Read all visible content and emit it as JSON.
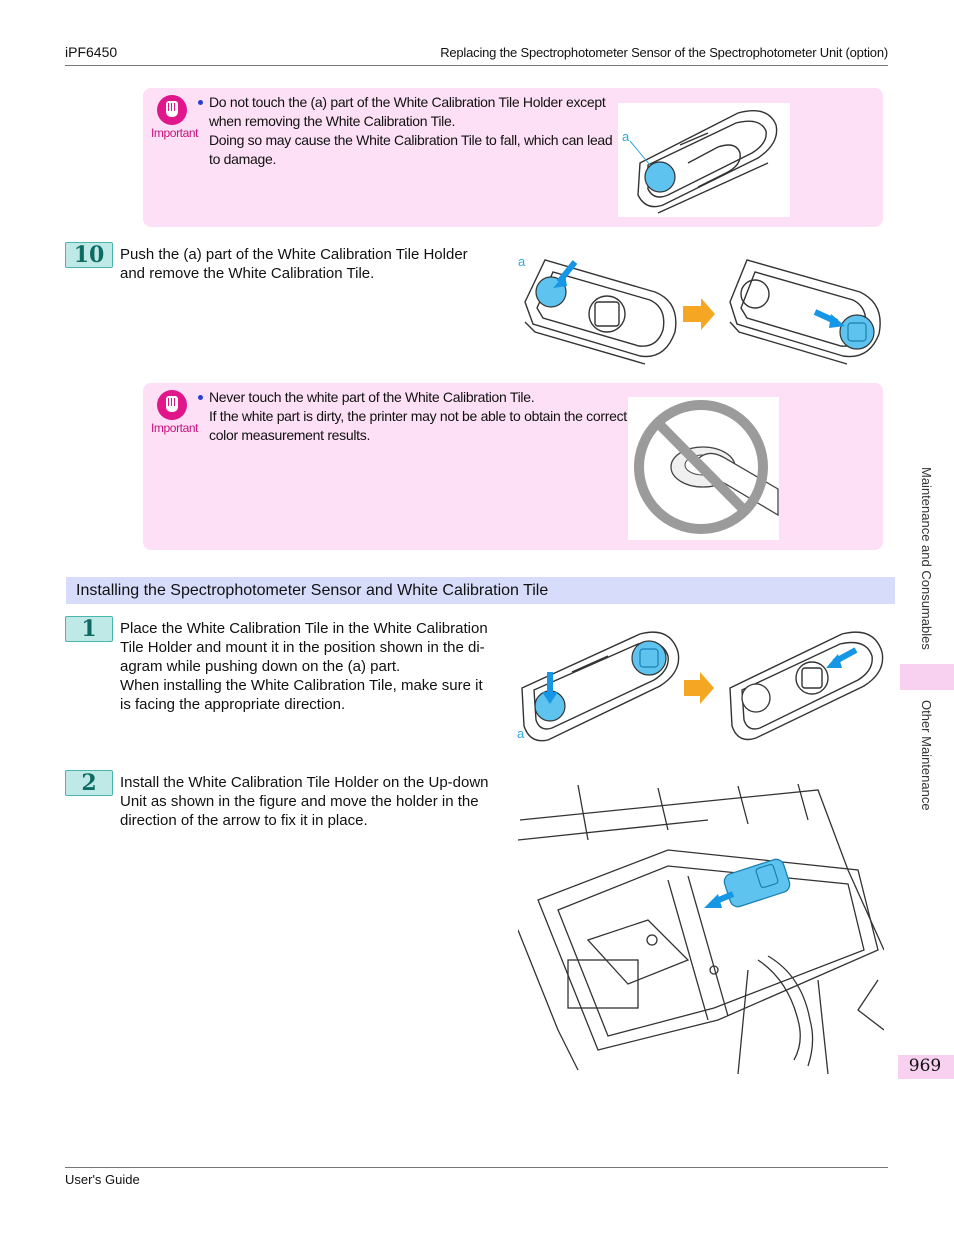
{
  "header": {
    "model": "iPF6450",
    "chapter_title": "Replacing the Spectrophotometer Sensor of the Spectrophotometer Unit (option)"
  },
  "important_1": {
    "label": "Important",
    "line1": "Do not touch the (a) part of the White Calibration Tile Holder except",
    "line2": "when removing the White Calibration Tile.",
    "line3": "Doing so may cause the White Calibration Tile to fall, which can lead",
    "line4": "to damage.",
    "figure_label": "a"
  },
  "step_10": {
    "number": "10",
    "line1": "Push the (a) part of the White Calibration Tile Holder",
    "line2": "and remove the White Calibration Tile.",
    "figure_label": "a"
  },
  "important_2": {
    "label": "Important",
    "line1": "Never touch the white part of the White Calibration Tile.",
    "line2": "If the white part is dirty, the printer may not be able to obtain the correct",
    "line3": "color measurement results."
  },
  "section": {
    "title": "Installing the Spectrophotometer Sensor and White Calibration Tile"
  },
  "step_1": {
    "number": "1",
    "line1": "Place the White Calibration Tile in the White Calibration",
    "line2": "Tile Holder and mount it in the position shown in the di-",
    "line3": "agram while pushing down on the (a) part.",
    "line4": "When installing the White Calibration Tile, make sure it",
    "line5": "is facing the appropriate direction.",
    "figure_label": "a"
  },
  "step_2": {
    "number": "2",
    "line1": "Install the White Calibration Tile Holder on the Up-down",
    "line2": "Unit as shown in the figure and move the holder in the",
    "line3": "direction of the arrow to fix it in place."
  },
  "sidebar": {
    "chapter": "Maintenance and Consumables",
    "subchapter": "Other Maintenance",
    "page_number": "969"
  },
  "footer": {
    "guide_name": "User's Guide"
  },
  "colors": {
    "important_bg": "#fde0f6",
    "important_accent": "#e0168b",
    "section_bg": "#d8dcfb",
    "step_bg": "#bfe9e6",
    "highlight_blue": "#5ec4ef",
    "arrow_orange": "#f5a623"
  }
}
